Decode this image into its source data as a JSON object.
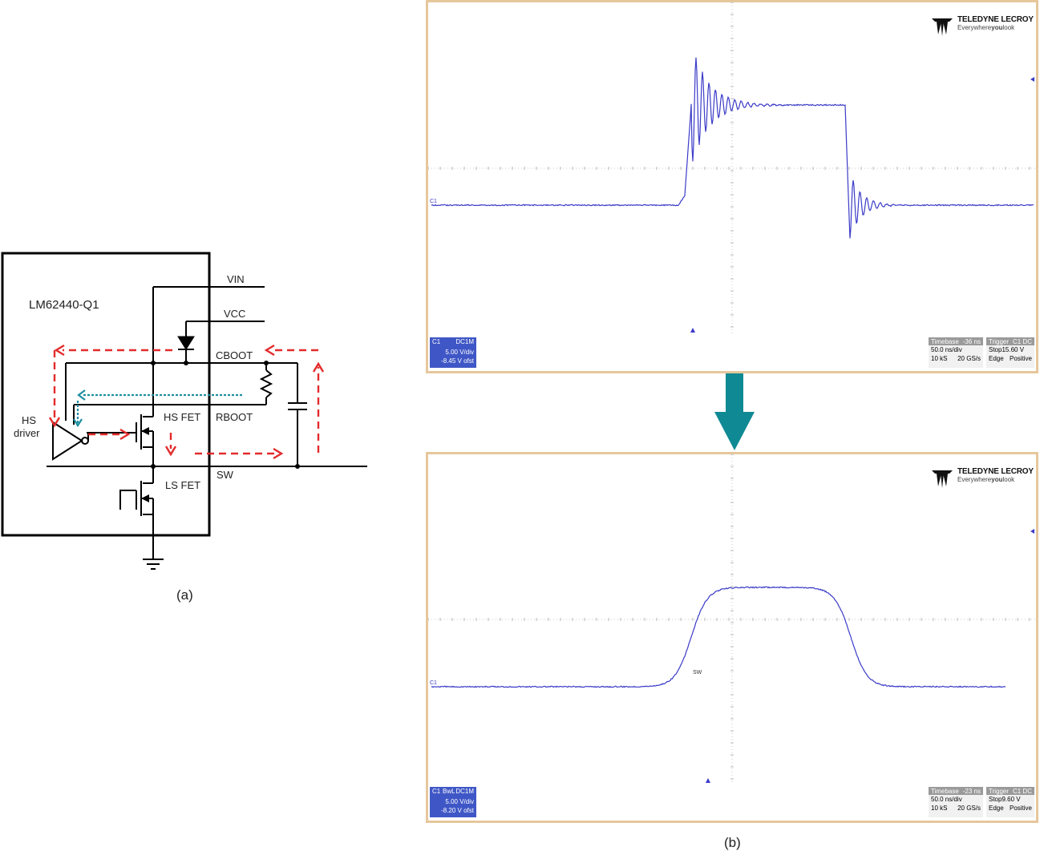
{
  "figure": {
    "caption_a": "(a)",
    "caption_b": "(b)"
  },
  "circuit": {
    "chip_name": "LM62440-Q1",
    "pins": [
      "VIN",
      "VCC",
      "CBOOT",
      "RBOOT",
      "SW"
    ],
    "labels": {
      "hs_fet": "HS FET",
      "ls_fet": "LS FET",
      "hs_driver_line1": "HS",
      "hs_driver_line2": "driver"
    },
    "colors": {
      "wire": "#000000",
      "charge_path": "#e32b2b",
      "discharge_path": "#1f8fa0"
    }
  },
  "scopes": [
    {
      "brand": "TELEDYNE LECROY",
      "tagline_pre": "Everywhere",
      "tagline_bold": "you",
      "tagline_post": "look",
      "channel_marker": "C1",
      "trace_label": "",
      "channel": {
        "id": "C1",
        "coupling": "DC1M",
        "tag": "",
        "scale": "5.00 V/div",
        "offset": "-8.45 V ofst"
      },
      "timebase": {
        "header": "Timebase",
        "delay": "-36 ns",
        "div": "50.0 ns/div",
        "samples": "10 kS",
        "rate": "20 GS/s"
      },
      "trigger": {
        "header": "Trigger",
        "source": "C1 DC",
        "mode": "Stop",
        "level": "15.60 V",
        "type": "Edge",
        "slope": "Positive"
      },
      "trace_color": "#3b3bc8",
      "waveform": "ringing"
    },
    {
      "brand": "TELEDYNE LECROY",
      "tagline_pre": "Everywhere",
      "tagline_bold": "you",
      "tagline_post": "look",
      "channel_marker": "C1",
      "trace_label": "SW",
      "channel": {
        "id": "C1",
        "coupling": "DC1M",
        "tag": "BwL",
        "scale": "5.00 V/div",
        "offset": "-8.20 V ofst"
      },
      "timebase": {
        "header": "Timebase",
        "delay": "-23 ns",
        "div": "50.0 ns/div",
        "samples": "10 kS",
        "rate": "20 GS/s"
      },
      "trigger": {
        "header": "Trigger",
        "source": "C1 DC",
        "mode": "Stop",
        "level": "9.60 V",
        "type": "Edge",
        "slope": "Positive"
      },
      "trace_color": "#3b3bc8",
      "waveform": "smooth"
    }
  ],
  "transition_arrow_color": "#0f8a94"
}
